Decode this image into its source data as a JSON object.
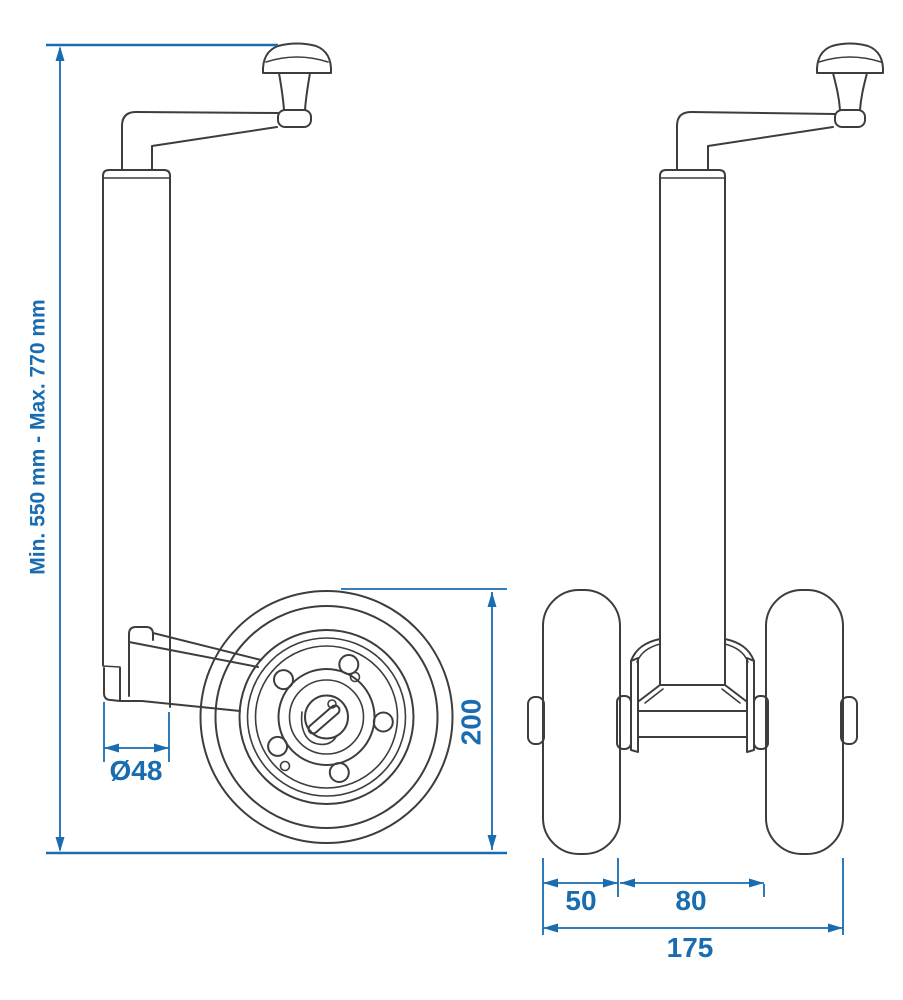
{
  "drawing": {
    "dimensions": {
      "height_range": "Min. 550 mm - Max. 770 mm",
      "tube_diameter": "Ø48",
      "wheel_diameter": "200",
      "wheel_width": "50",
      "wheel_gap": "80",
      "overall_width": "175"
    },
    "colors": {
      "dimension": "#1a6cb0",
      "line": "#3d3d3d",
      "background": "#ffffff"
    }
  }
}
